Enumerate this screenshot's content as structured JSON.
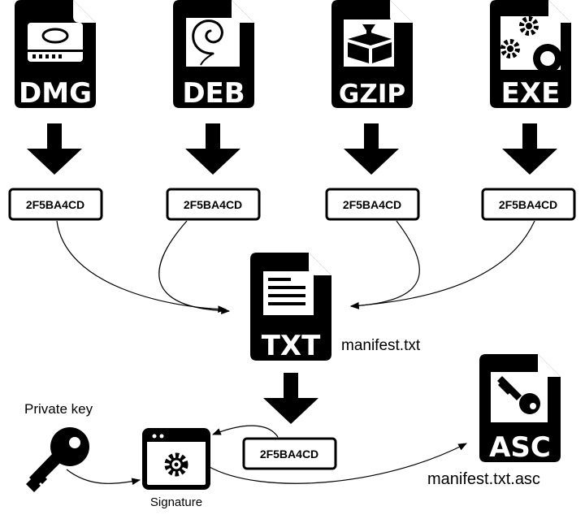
{
  "files": [
    {
      "type": "DMG",
      "icon": "disk-drive-icon"
    },
    {
      "type": "DEB",
      "icon": "debian-swirl-icon"
    },
    {
      "type": "GZIP",
      "icon": "package-box-icon"
    },
    {
      "type": "EXE",
      "icon": "gears-icon"
    }
  ],
  "hashes": [
    "2F5BA4CD",
    "2F5BA4CD",
    "2F5BA4CD",
    "2F5BA4CD"
  ],
  "manifest": {
    "type": "TXT",
    "icon": "document-lines-icon",
    "filename": "manifest.txt"
  },
  "manifest_hash": "2F5BA4CD",
  "private_key": {
    "label": "Private key",
    "icon": "key-icon"
  },
  "signature": {
    "label": "Signature",
    "icon": "gear-window-icon"
  },
  "asc": {
    "type": "ASC",
    "icon": "key-icon",
    "filename": "manifest.txt.asc"
  },
  "colors": {
    "ink": "#000000",
    "background": "#ffffff"
  }
}
